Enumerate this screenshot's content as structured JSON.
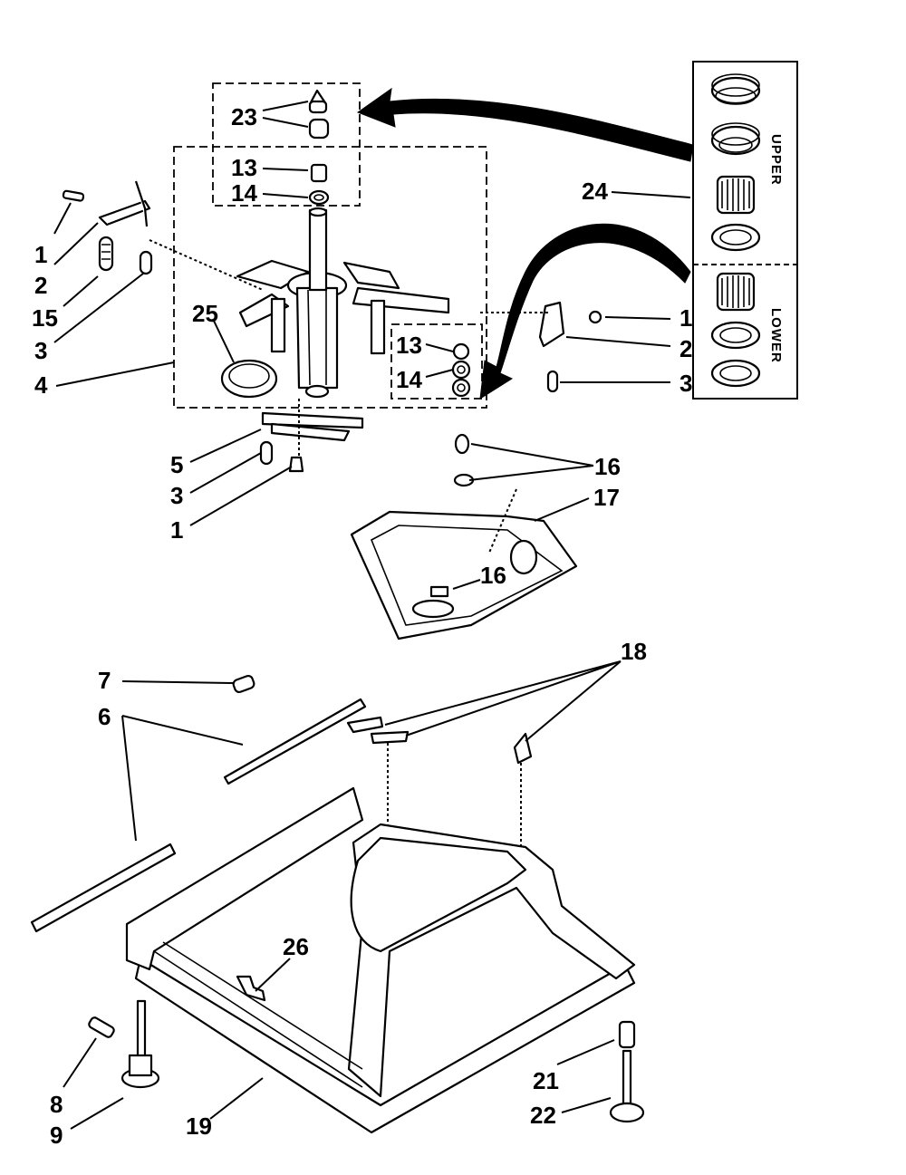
{
  "diagram": {
    "labels": [
      {
        "key": "a",
        "text": "23"
      },
      {
        "key": "b",
        "text": "13"
      },
      {
        "key": "c",
        "text": "14"
      },
      {
        "key": "d",
        "text": "1"
      },
      {
        "key": "e",
        "text": "2"
      },
      {
        "key": "f",
        "text": "15"
      },
      {
        "key": "g",
        "text": "3"
      },
      {
        "key": "h",
        "text": "25"
      },
      {
        "key": "i",
        "text": "4"
      },
      {
        "key": "j",
        "text": "13"
      },
      {
        "key": "k",
        "text": "14"
      },
      {
        "key": "l",
        "text": "1"
      },
      {
        "key": "m",
        "text": "2"
      },
      {
        "key": "n",
        "text": "3"
      },
      {
        "key": "o",
        "text": "24"
      },
      {
        "key": "p",
        "text": "5"
      },
      {
        "key": "q",
        "text": "3"
      },
      {
        "key": "r",
        "text": "1"
      },
      {
        "key": "s",
        "text": "16"
      },
      {
        "key": "t",
        "text": "17"
      },
      {
        "key": "u",
        "text": "16"
      },
      {
        "key": "v",
        "text": "18"
      },
      {
        "key": "w",
        "text": "7"
      },
      {
        "key": "x",
        "text": "6"
      },
      {
        "key": "y",
        "text": "26"
      },
      {
        "key": "z",
        "text": "8"
      },
      {
        "key": "aa",
        "text": "9"
      },
      {
        "key": "ab",
        "text": "19"
      },
      {
        "key": "ac",
        "text": "21"
      },
      {
        "key": "ad",
        "text": "22"
      }
    ],
    "kit_upper_label": "UPPER",
    "kit_lower_label": "LOWER"
  }
}
